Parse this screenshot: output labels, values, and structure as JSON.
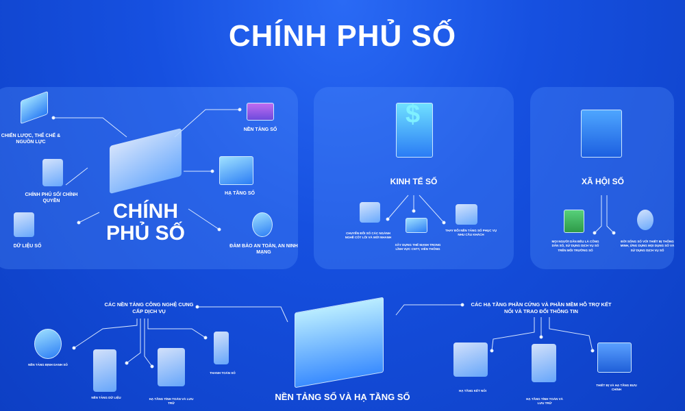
{
  "title": "CHÍNH PHỦ SỐ",
  "gov_panel": {
    "center": "CHÍNH PHỦ SỐ",
    "items": [
      "CHIẾN LƯỢC, THỂ CHẾ & NGUỒN LỰC",
      "CHÍNH PHỦ SỐ/ CHÍNH QUYỀN",
      "DỮ LIỆU SỐ",
      "NỀN TẢNG SỐ",
      "HẠ TẦNG SỐ",
      "ĐẢM BẢO AN TOÀN, AN NINH MẠNG"
    ]
  },
  "economy_panel": {
    "title": "KINH TẾ SỐ",
    "items": [
      "CHUYỂN ĐỔI SỐ CÁC NGÀNH NGHỀ CỐT LÕI VÀ MỚI NHANH",
      "XÂY DỰNG THẾ MẠNH TRONG LĨNH VỰC CNTT, VIỄN THÔNG",
      "THAY ĐỔI NỀN TẢNG SỐ PHỤC VỤ NHU CẦU KHÁCH"
    ]
  },
  "society_panel": {
    "title": "XÃ HỘI SỐ",
    "items": [
      "MỌI NGƯỜI DÂN ĐỀU LÀ CÔNG DÂN SỐ, SỬ DỤNG DỊCH VỤ SỐ TRÊN MÔI TRƯỜNG SỐ",
      "ĐỜI SỐNG SỐ VỚI THIẾT BỊ THÔNG MINH, ỨNG DỤNG MỌI DỤNG SỐ VÀ SỬ DỤNG DỊCH VỤ SỐ"
    ]
  },
  "bottom": {
    "center": "NỀN TẢNG SỐ VÀ HẠ TẦNG SỐ",
    "left_heading": "CÁC NỀN TẢNG CÔNG NGHỆ CUNG CẤP DỊCH VỤ",
    "left_items": [
      "NỀN TẢNG ĐỊNH DANH SỐ",
      "NỀN TẢNG DỮ LIỆU",
      "HẠ TẦNG TÍNH TOÁN VÀ LƯU TRỮ",
      "THANH TOÁN SỐ"
    ],
    "right_heading": "CÁC HẠ TẦNG PHẦN CỨNG VÀ PHẦN MỀM HỖ TRỢ KẾT NỐI VÀ TRAO ĐỔI THÔNG TIN",
    "right_items": [
      "HẠ TẦNG KẾT NỐI",
      "HẠ TẦNG TÍNH TOÁN VÀ LƯU TRỮ",
      "THIẾT BỊ VÀ HẠ TẦNG BƯU CHÍNH"
    ]
  }
}
